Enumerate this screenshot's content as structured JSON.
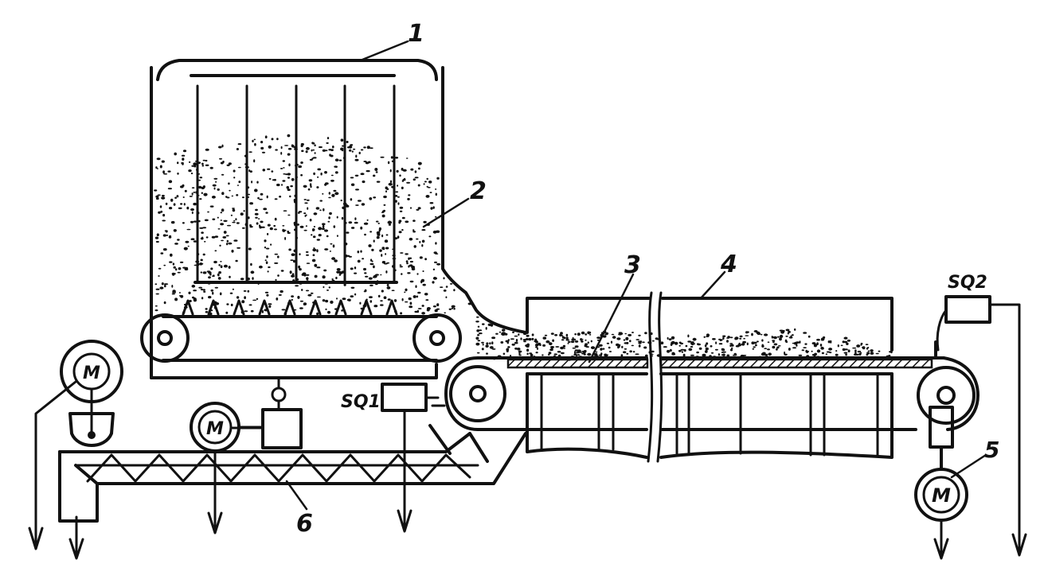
{
  "diagram": {
    "labels": {
      "hopper": "1",
      "material": "2",
      "belt": "3",
      "chamber": "4",
      "drive_motor": "5",
      "screw": "6",
      "sensor_1": "SQ1",
      "sensor_2": "SQ2"
    },
    "motor_symbol": "M",
    "colors": {
      "ink": "#111111",
      "paper": "#ffffff"
    },
    "icons": [
      "motor-icon",
      "pulley-icon",
      "ground-arrow-icon"
    ]
  }
}
